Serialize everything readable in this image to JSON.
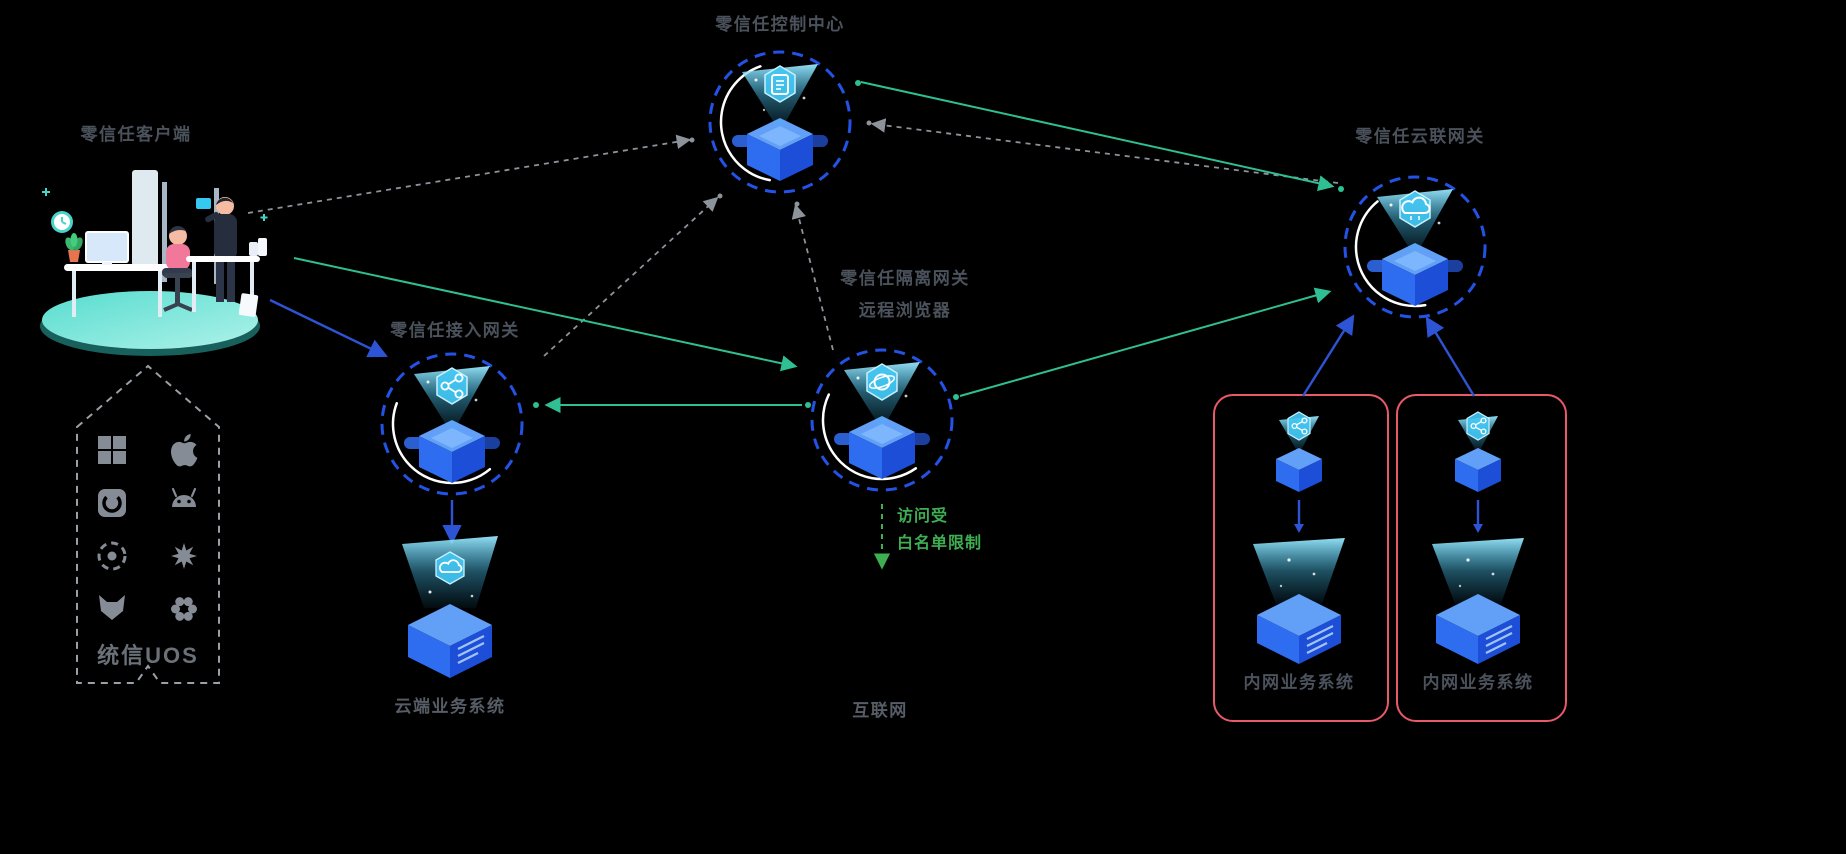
{
  "colors": {
    "background": "#000000",
    "label": "#4b525c",
    "whitelist_green": "#3fae53",
    "arrow_green": "#2fbf92",
    "arrow_blue": "#2e54d6",
    "arrow_gray": "#8d939b",
    "red_frame": "#e8596a",
    "ring_blue": "#2353e6",
    "server_blue": "#2e6df0",
    "hologram_cyan": "#4cc9f5",
    "platform_teal": "#57dccf"
  },
  "nodes": {
    "control_center": {
      "label": "零信任控制中心",
      "icon": "document-hologram-icon"
    },
    "client": {
      "label": "零信任客户端"
    },
    "cloud_gateway": {
      "label": "零信任云联网关",
      "icon": "cloud-hologram-icon"
    },
    "access_gateway": {
      "label": "零信任接入网关",
      "icon": "share-hologram-icon"
    },
    "isolation_gateway": {
      "label_line1": "零信任隔离网关",
      "label_line2": "远程浏览器",
      "icon": "planet-hologram-icon"
    },
    "cloud_business": {
      "label": "云端业务系统",
      "icon": "cloud-hologram-icon"
    },
    "internet": {
      "label": "互联网"
    },
    "intranet_left": {
      "label": "内网业务系统"
    },
    "intranet_right": {
      "label": "内网业务系统"
    },
    "uos": {
      "label": "统信UOS",
      "os_icons": [
        "windows",
        "apple",
        "deepin",
        "android",
        "openkylin",
        "star-os",
        "fox-os",
        "flower-os"
      ]
    }
  },
  "annotations": {
    "whitelist_line1": "访问受",
    "whitelist_line2": "白名单限制"
  }
}
